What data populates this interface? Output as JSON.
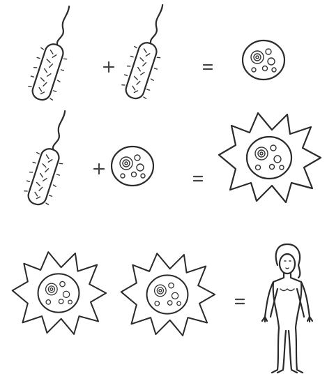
{
  "diagram": {
    "rows": [
      {
        "items": [
          "bacterium-icon",
          "plus-operator",
          "bacterium-icon",
          "equals-operator",
          "cell-icon"
        ]
      },
      {
        "items": [
          "bacterium-icon",
          "plus-operator",
          "cell-icon",
          "equals-operator",
          "spiky-cell-icon"
        ]
      },
      {
        "items": [
          "spiky-cell-icon",
          "spiky-cell-icon",
          "equals-operator",
          "human-figure-icon"
        ]
      }
    ]
  }
}
